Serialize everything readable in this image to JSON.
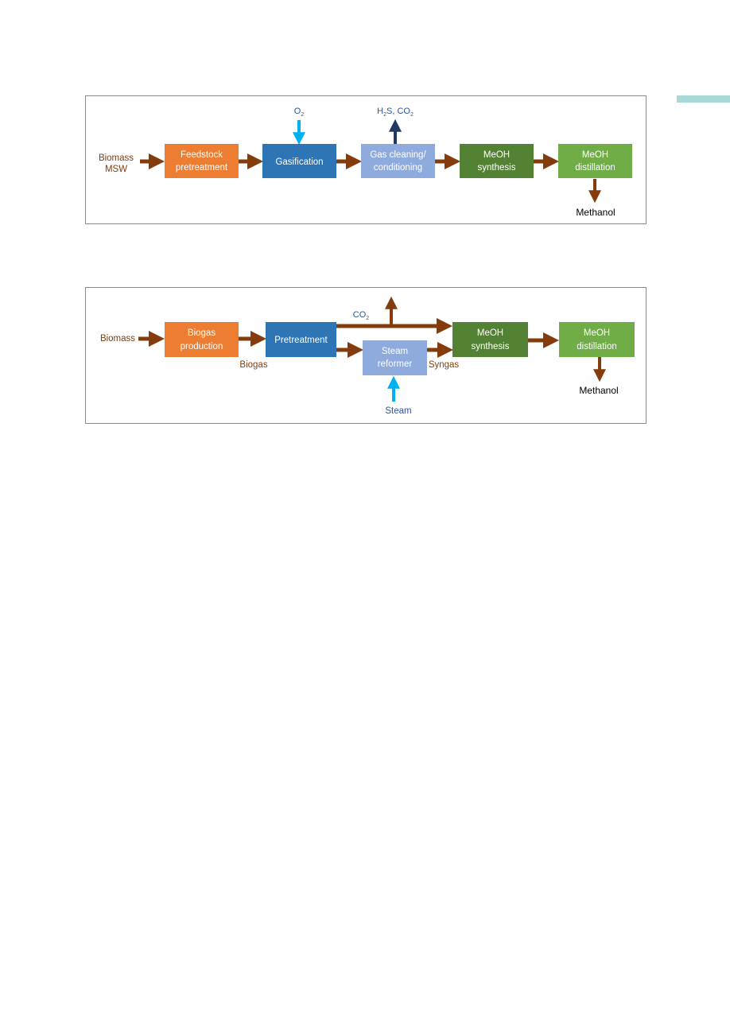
{
  "colors": {
    "orange": "#ed7d31",
    "blue": "#2e75b6",
    "light_blue": "#8faadc",
    "dark_green": "#548235",
    "green": "#70ad47",
    "brown_arrow": "#843c0c",
    "cyan_arrow": "#00b0f0",
    "navy_arrow": "#1f3864",
    "label_brown": "#843c0c",
    "label_blue": "#2f5597",
    "label_black": "#000000",
    "box_text": "#ffffff",
    "accent_tab": "#a9d9d7"
  },
  "diagram1": {
    "input_label_line1": "Biomass",
    "input_label_line2": "MSW",
    "boxes": {
      "feedstock_line1": "Feedstock",
      "feedstock_line2": "pretreatment",
      "gasification": "Gasification",
      "gas_cleaning_line1": "Gas cleaning/",
      "gas_cleaning_line2": "conditioning",
      "synthesis_line1": "MeOH",
      "synthesis_line2": "synthesis",
      "distillation_line1": "MeOH",
      "distillation_line2": "distillation"
    },
    "o2_label": {
      "main": "O",
      "sub": "2"
    },
    "h2s_co2_label": {
      "h": "H",
      "sub1": "2",
      "s_co": "S, CO",
      "sub2": "2"
    },
    "output_label": "Methanol"
  },
  "diagram2": {
    "input_label": "Biomass",
    "boxes": {
      "biogas_line1": "Biogas",
      "biogas_line2": "production",
      "pretreatment": "Pretreatment",
      "steam_reformer_line1": "Steam",
      "steam_reformer_line2": "reformer",
      "synthesis_line1": "MeOH",
      "synthesis_line2": "synthesis",
      "distillation_line1": "MeOH",
      "distillation_line2": "distillation"
    },
    "biogas_label": "Biogas",
    "syngas_label": "Syngas",
    "co2_label": {
      "main": "CO",
      "sub": "2"
    },
    "steam_label": "Steam",
    "output_label": "Methanol"
  }
}
